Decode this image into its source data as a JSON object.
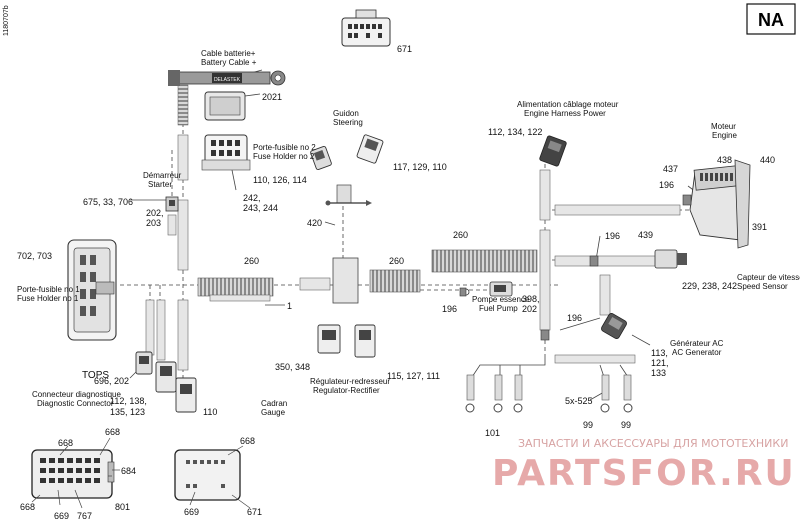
{
  "diagram": {
    "doc_code": "1180707b",
    "region_badge": "NA",
    "labels": {
      "battery_cable_fr": "Cable batterie+",
      "battery_cable_en": "Battery Cable +",
      "guidon_fr": "Guidon",
      "steering_en": "Steering",
      "fuse2_fr": "Porte-fusible no 2",
      "fuse2_en": "Fuse Holder no 2",
      "starter_fr": "Démarreur",
      "starter_en": "Starter",
      "fuse1_fr": "Porte-fusible no 1",
      "fuse1_en": "Fuse Holder no 1",
      "diag_fr": "Connecteur diagnostique",
      "diag_en": "Diagnostic Connector",
      "tops": "TOPS",
      "regulator_fr": "Régulateur-redresseur",
      "regulator_en": "Regulator-Rectifier",
      "gauge_fr": "Cadran",
      "gauge_en": "Gauge",
      "fuel_pump_fr": "Pompe essence",
      "fuel_pump_en": "Fuel Pump",
      "engine_harness_fr": "Alimentation câblage moteur",
      "engine_harness_en": "Engine Harness Power",
      "engine_fr": "Moteur",
      "engine_en": "Engine",
      "speed_sensor_fr": "Capteur de vitesse",
      "speed_sensor_en": "Speed Sensor",
      "ac_gen_fr": "Générateur AC",
      "ac_gen_en": "AC Generator"
    },
    "parts": {
      "p671_top": "671",
      "p2021": "2021",
      "p110_126_114": "110, 126, 114",
      "p242": "242,",
      "p243_244": "243, 244",
      "p675_33_706": "675, 33, 706",
      "p202": "202,",
      "p203": "203",
      "p702_703": "702, 703",
      "p420": "420",
      "p117_129_110": "117, 129, 110",
      "p112_134_122": "112, 134, 122",
      "p437": "437",
      "p438": "438",
      "p440": "440",
      "p196_a": "196",
      "p439": "439",
      "p391": "391",
      "p196_b": "196",
      "p229_238_242": "229, 238, 242",
      "p260_a": "260",
      "p260_b": "260",
      "p260_c": "260",
      "p1": "1",
      "p196_c": "196",
      "p398": "398,",
      "p202_b": "202",
      "p196_d": "196",
      "p113": "113,",
      "p121": "121,",
      "p133": "133",
      "p350_348": "350, 348",
      "p115_127_111": "115, 127, 111",
      "p696_202": "696, 202",
      "p112_138": "112, 138,",
      "p135_123": "135, 123",
      "p110": "110",
      "p5x525": "5x-525",
      "p99_a": "99",
      "p99_b": "99",
      "p101": "101",
      "p668_a": "668",
      "p668_b": "668",
      "p668_c": "668",
      "p684": "684",
      "p801": "801",
      "p669_a": "669",
      "p767": "767",
      "p668_d": "668",
      "p669_b": "669",
      "p671_b": "671"
    }
  },
  "watermark": {
    "subtitle": "ЗАПЧАСТИ И АКСЕССУАРЫ ДЛЯ МОТОТЕХНИКИ",
    "brand": "PARTSFOR.RU"
  },
  "colors": {
    "line": "#333333",
    "harness_fill": "#bfbfbf",
    "dark": "#555555",
    "watermark_red": "#e3a4a4",
    "watermark_text": "#c78a8a"
  }
}
